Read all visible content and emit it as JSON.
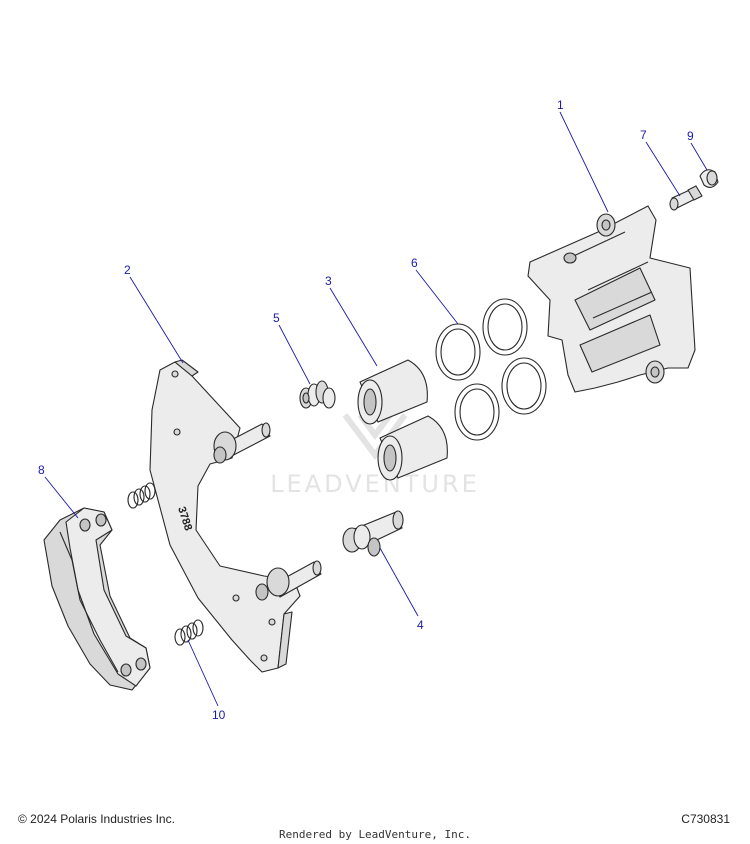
{
  "callouts": {
    "p1": "1",
    "p2": "2",
    "p3": "3",
    "p4": "4",
    "p5": "5",
    "p6": "6",
    "p7": "7",
    "p8": "8",
    "p9": "9",
    "p10": "10"
  },
  "bracket_stamp": "3788",
  "watermark": "LEADVENTURE",
  "footer": {
    "copyright": "© 2024 Polaris Industries Inc.",
    "figure_code": "C730831",
    "rendered_by": "Rendered by LeadVenture, Inc."
  },
  "colors": {
    "callout": "#1a1aa8",
    "line": "#2a2a2a",
    "watermark": "#e3e3e3"
  }
}
